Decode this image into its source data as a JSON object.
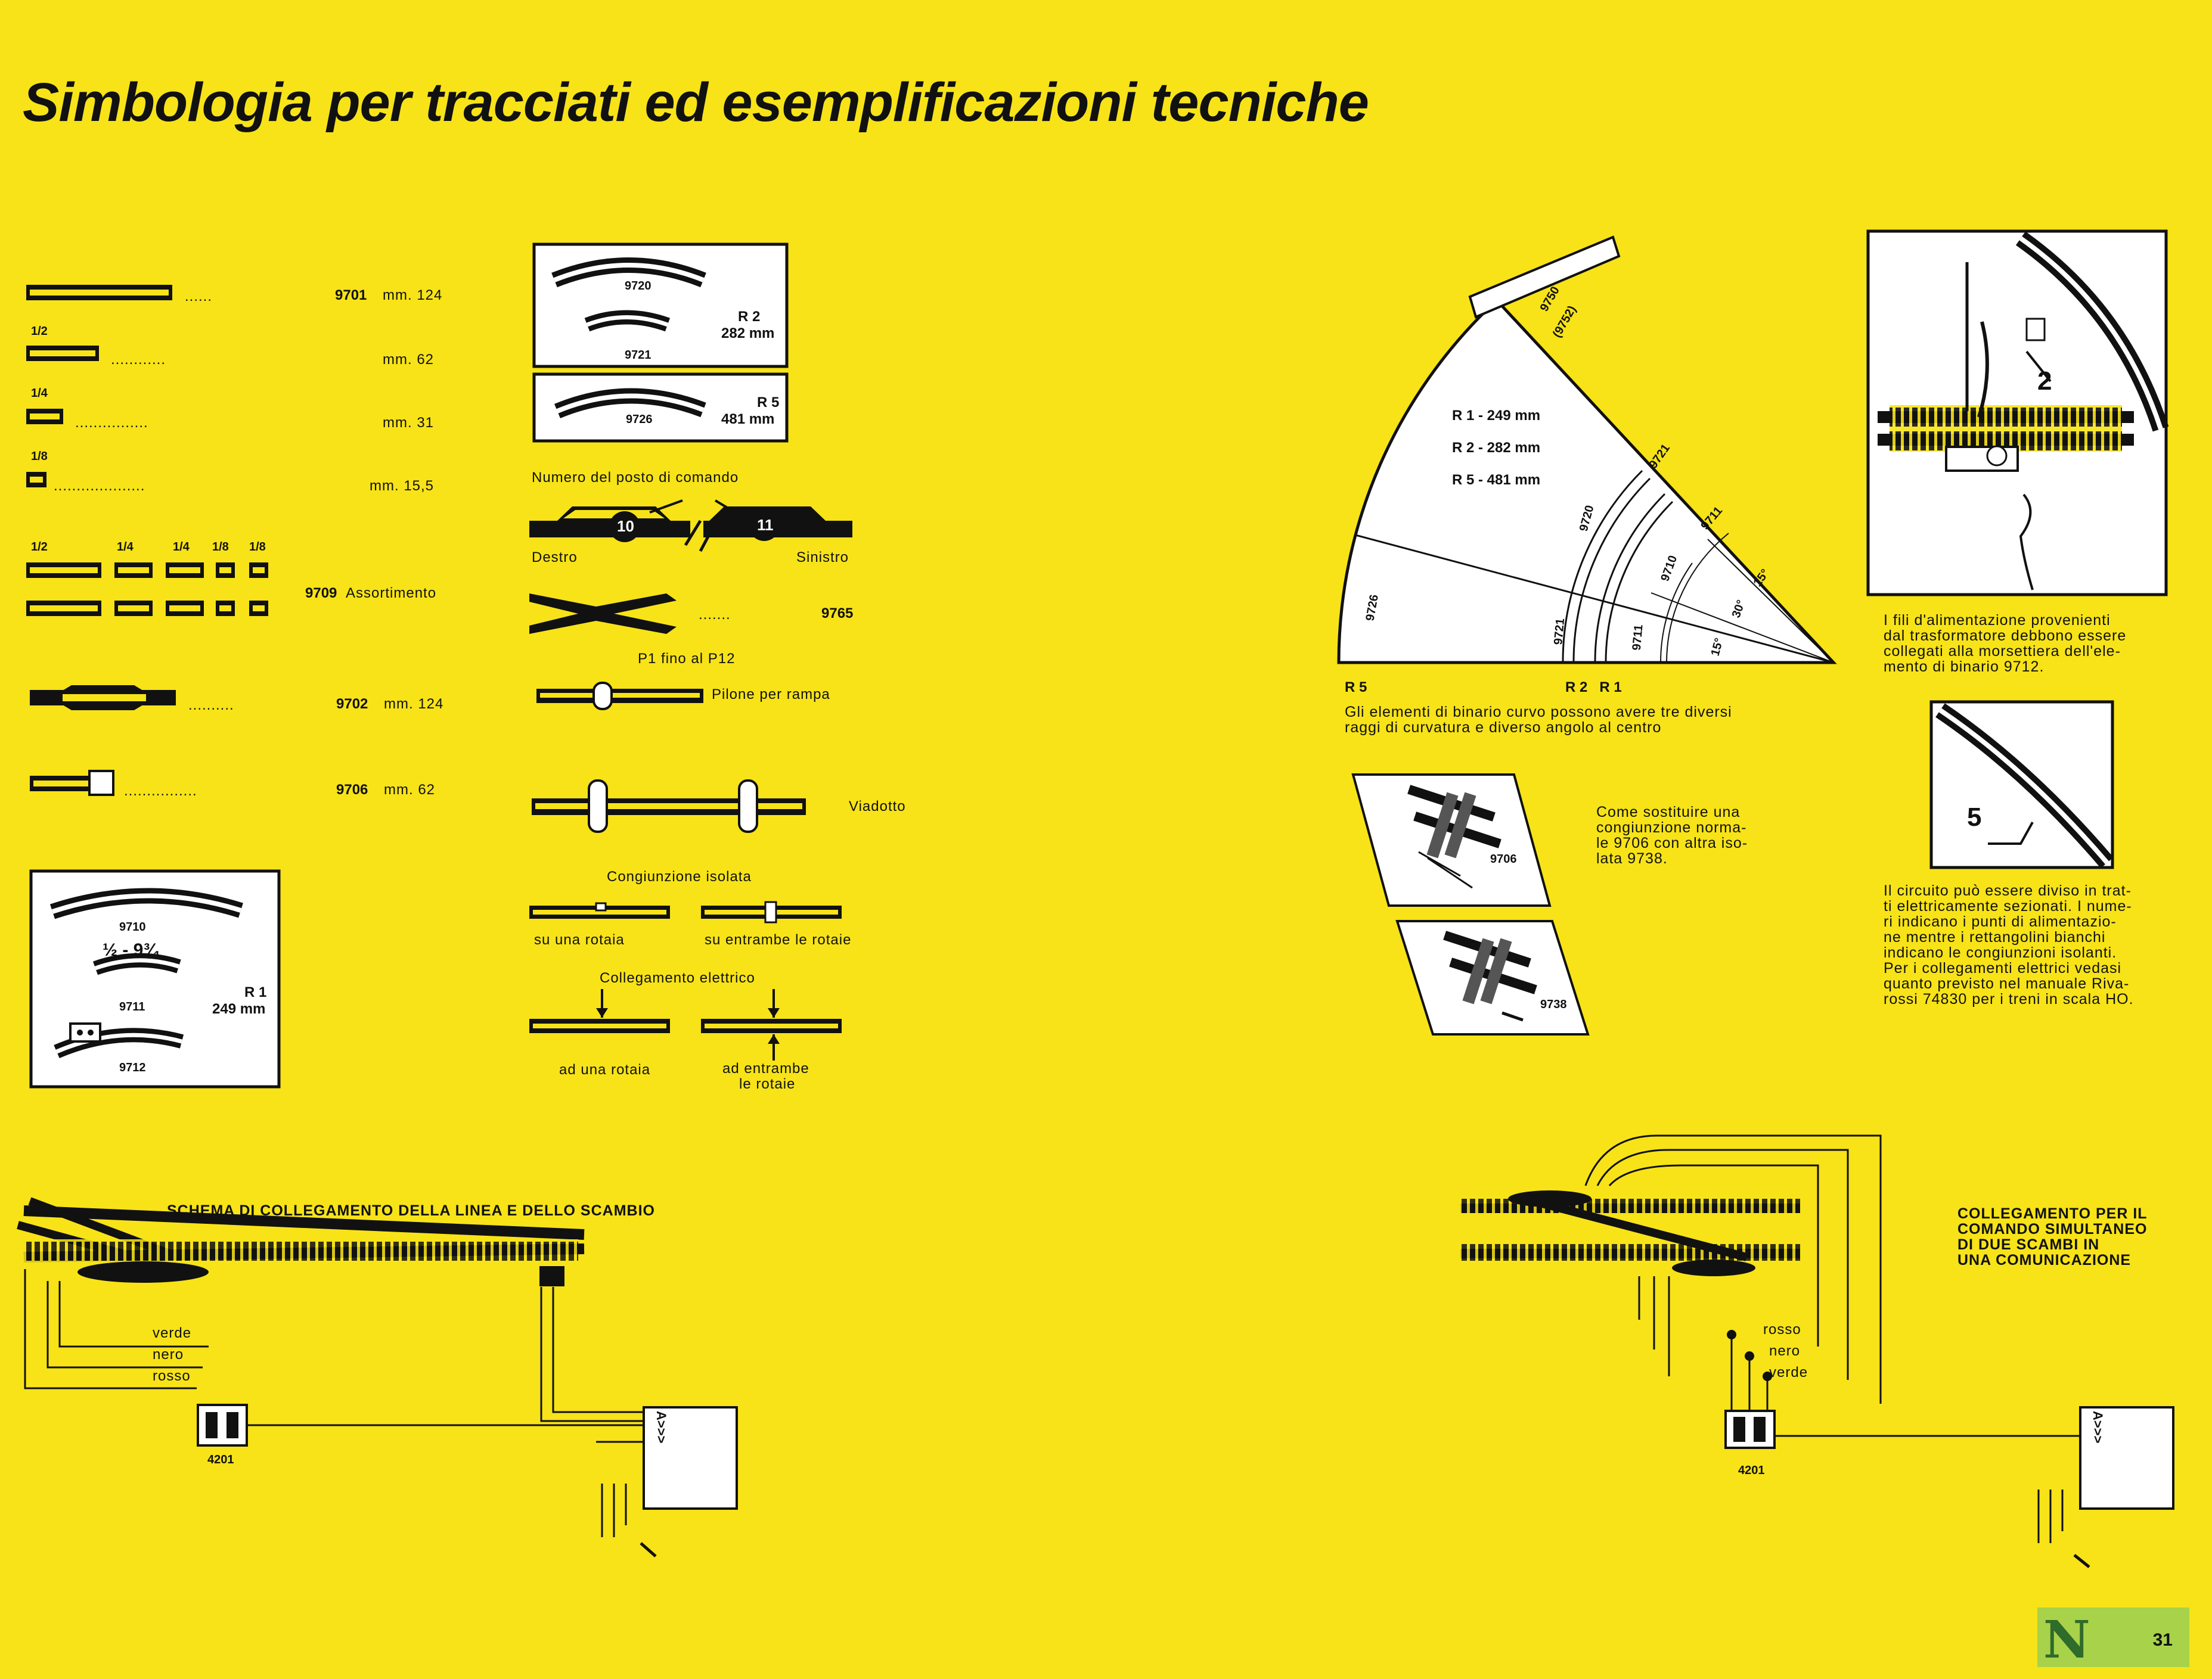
{
  "title": "Simbologia per tracciati ed esemplificazioni tecniche",
  "track_list": [
    {
      "fraction": "",
      "code": "9701",
      "length": "mm. 124"
    },
    {
      "fraction": "1/2",
      "code": "",
      "length": "mm. 62"
    },
    {
      "fraction": "1/4",
      "code": "",
      "length": "mm. 31"
    },
    {
      "fraction": "1/8",
      "code": "",
      "length": "mm. 15,5"
    }
  ],
  "assortment": {
    "fractions": [
      "1/2",
      "1/4",
      "1/4",
      "1/8",
      "1/8"
    ],
    "code": "9709",
    "label": "Assortimento"
  },
  "items": {
    "isolating": {
      "code": "9702",
      "length": "mm. 124"
    },
    "terminal": {
      "code": "9706",
      "length": "mm. 62"
    },
    "crossing": {
      "code": "9765"
    }
  },
  "curve_box_1": {
    "top_code": "9720",
    "bottom_code": "9721",
    "radius": "R 2",
    "radius_mm": "282 mm"
  },
  "curve_box_2": {
    "code": "9726",
    "radius": "R 5",
    "radius_mm": "481 mm"
  },
  "curve_box_3": {
    "code_1": "9710",
    "fraction": "½ - 9¾",
    "code_2": "9711",
    "radius": "R 1",
    "radius_mm": "249 mm",
    "code_3": "9712"
  },
  "control_post": {
    "heading": "Numero del posto di comando",
    "left": "Destro",
    "right": "Sinistro",
    "n1": "10",
    "n2": "11"
  },
  "pylon": {
    "range": "P1 fino al P12",
    "label": "Pilone per rampa"
  },
  "viaduct": {
    "label": "Viadotto"
  },
  "insulated": {
    "heading": "Congiunzione isolata",
    "one": "su una rotaia",
    "both": "su entrambe le rotaie"
  },
  "electrical": {
    "heading": "Collegamento elettrico",
    "one": "ad una rotaia",
    "both_1": "ad entrambe",
    "both_2": "le rotaie"
  },
  "fan": {
    "r1": "R 1 - 249 mm",
    "r2": "R 2 - 282 mm",
    "r5": "R 5 - 481 mm",
    "labels": [
      "9750",
      "(9752)",
      "9721",
      "9720",
      "9711",
      "9710",
      "9726",
      "9721",
      "9711"
    ],
    "angles": [
      "15°",
      "30°",
      "15°"
    ],
    "axis_r5": "R 5",
    "axis_r2r1": "R 2   R 1",
    "caption": "Gli elementi di binario curvo possono avere tre diversi\nraggi di curvatura e diverso angolo al centro"
  },
  "replace": {
    "text": "Come sostituire una\ncongiunzione norma-\nle 9706 con altra iso-\nlata 9738.",
    "code_a": "9706",
    "code_b": "9738"
  },
  "wires_note": "I fili d'alimentazione provenienti\ndal trasformatore debbono essere\ncollegati alla morsettiera dell'ele-\nmento di binario 9712.",
  "circuit_note": "Il circuito può essere diviso in trat-\nti elettricamente sezionati. I nume-\nri indicano i punti di alimentazio-\nne mentre i rettangolini bianchi\nindicano le congiunzioni isolanti.\nPer i collegamenti elettrici vedasi\nquanto previsto nel manuale Riva-\nrossi 74830 per i treni in scala HO.",
  "detail_numbers": {
    "n2": "2",
    "n5": "5"
  },
  "schema_left": {
    "title": "SCHEMA DI COLLEGAMENTO DELLA LINEA E DELLO SCAMBIO",
    "wires": [
      "verde",
      "nero",
      "rosso"
    ],
    "code": "4201"
  },
  "schema_right": {
    "title": "COLLEGAMENTO PER IL\nCOMANDO SIMULTANEO\nDI DUE SCAMBI IN\nUNA COMUNICAZIONE",
    "wires": [
      "rosso",
      "nero",
      "verde"
    ],
    "code": "4201"
  },
  "page": {
    "letter": "N",
    "number": "31"
  },
  "colors": {
    "background": "#f7e318",
    "ink": "#111111",
    "badge": "#a8d24a",
    "badge_letter": "#2f6b2a"
  }
}
